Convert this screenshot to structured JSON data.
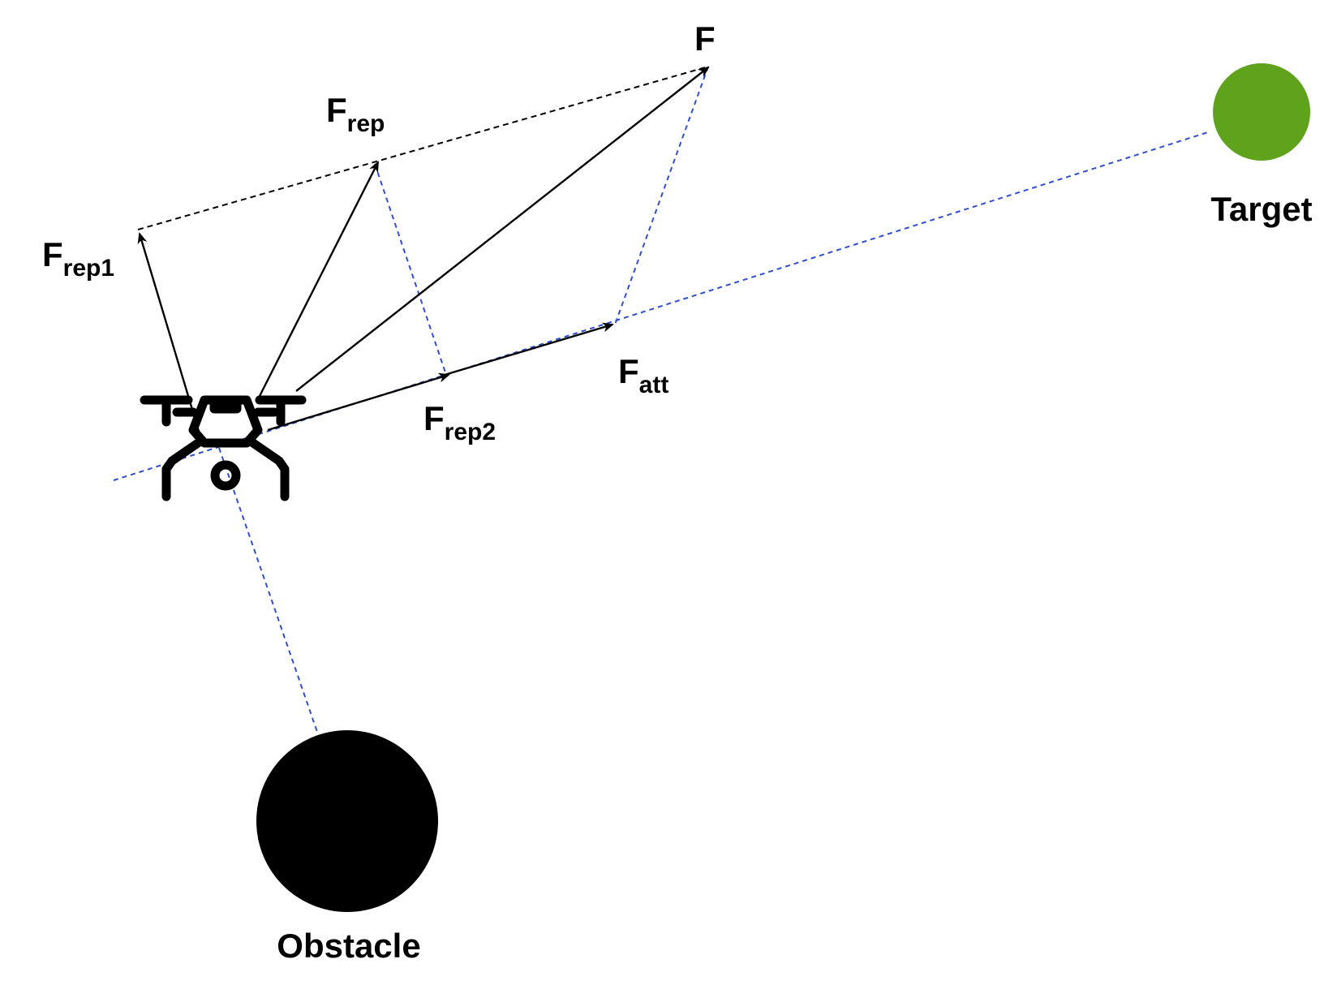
{
  "colors": {
    "background": "#ffffff",
    "ink": "#000000",
    "guide": "#2f4fd1",
    "target": "#5fa31c",
    "obstacle": "#000000"
  },
  "nodes": {
    "target": {
      "label": "Target",
      "color": "#5fa31c"
    },
    "obstacle": {
      "label": "Obstacle",
      "color": "#000000"
    },
    "drone": {
      "icon": "drone-icon"
    }
  },
  "forces": {
    "f": {
      "base": "F",
      "sub": ""
    },
    "frep": {
      "base": "F",
      "sub": "rep"
    },
    "frep1": {
      "base": "F",
      "sub": "rep1"
    },
    "frep2": {
      "base": "F",
      "sub": "rep2"
    },
    "fatt": {
      "base": "F",
      "sub": "att"
    }
  }
}
